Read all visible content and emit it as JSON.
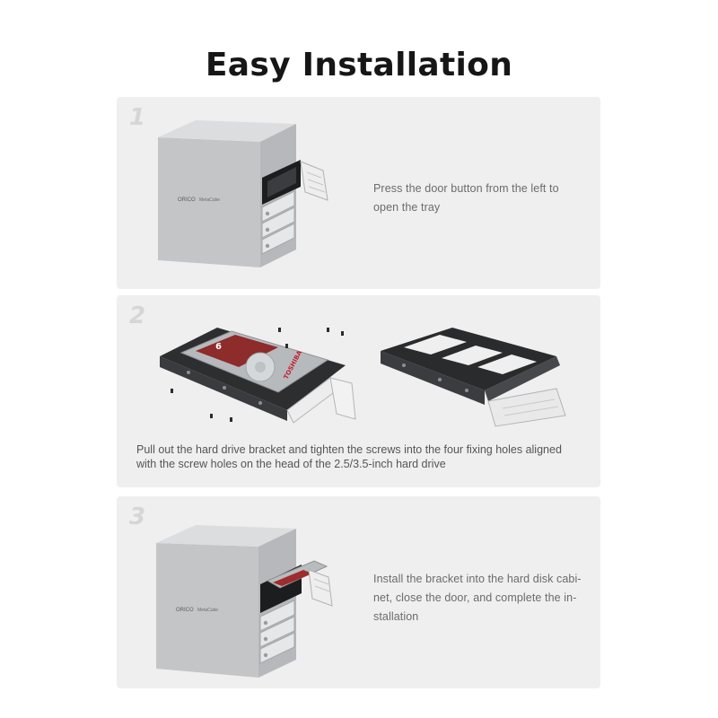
{
  "page": {
    "title": "Easy Installation"
  },
  "steps": [
    {
      "number": "1",
      "description": "Press the door button from the left to open the tray",
      "desc_lines": [
        "Press the door button from the left to",
        "open the tray"
      ]
    },
    {
      "number": "2",
      "description": "Pull out the hard drive bracket and tighten the screws into the four fixing holes aligned with the screw holes on the head of the 2.5/3.5-inch hard drive",
      "desc_lines": [
        "Pull out the hard drive bracket and tighten the screws into the four fixing holes aligned",
        "with the screw holes on the head of the 2.5/3.5-inch hard drive"
      ],
      "drive_label": "TOSHIBA",
      "drive_capacity": "6"
    },
    {
      "number": "3",
      "description": "Install the bracket into the hard disk cabinet, close the door, and complete the installation",
      "desc_lines": [
        "Install the bracket into the hard disk cabi-",
        "net, close the door, and complete the in-",
        "stallation"
      ]
    }
  ],
  "brand": {
    "logo_text": "ORICO",
    "model_text": "MetaCube"
  },
  "colors": {
    "panel_bg": "#efefef",
    "enclosure": "#c8c9cb",
    "tray_black": "#2a2b2d",
    "title": "#161616"
  }
}
